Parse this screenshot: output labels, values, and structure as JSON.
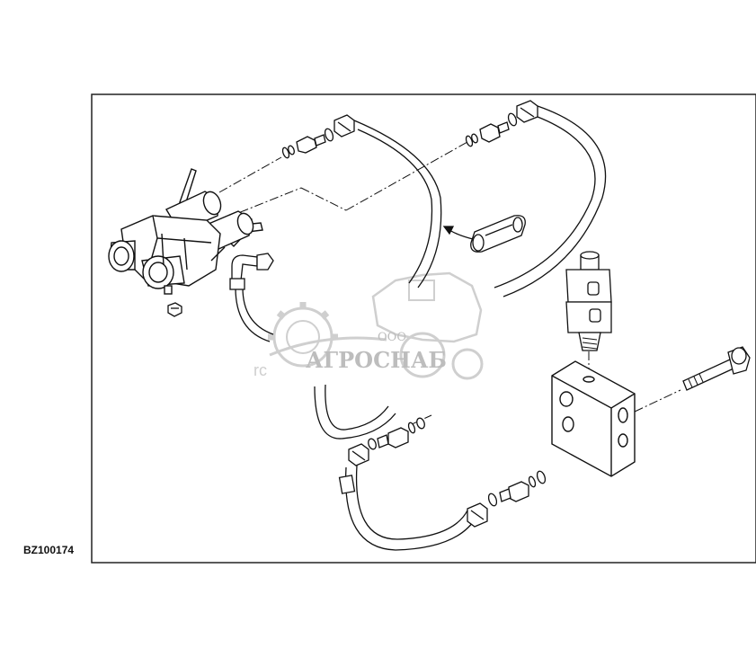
{
  "figure": {
    "id_label": "BZ100174"
  },
  "watermark": {
    "prefix": "ООО",
    "name": "АГРОСНАБ"
  },
  "colors": {
    "line": "#111111",
    "frame": "#222222",
    "watermark": "#c8c8c8"
  }
}
